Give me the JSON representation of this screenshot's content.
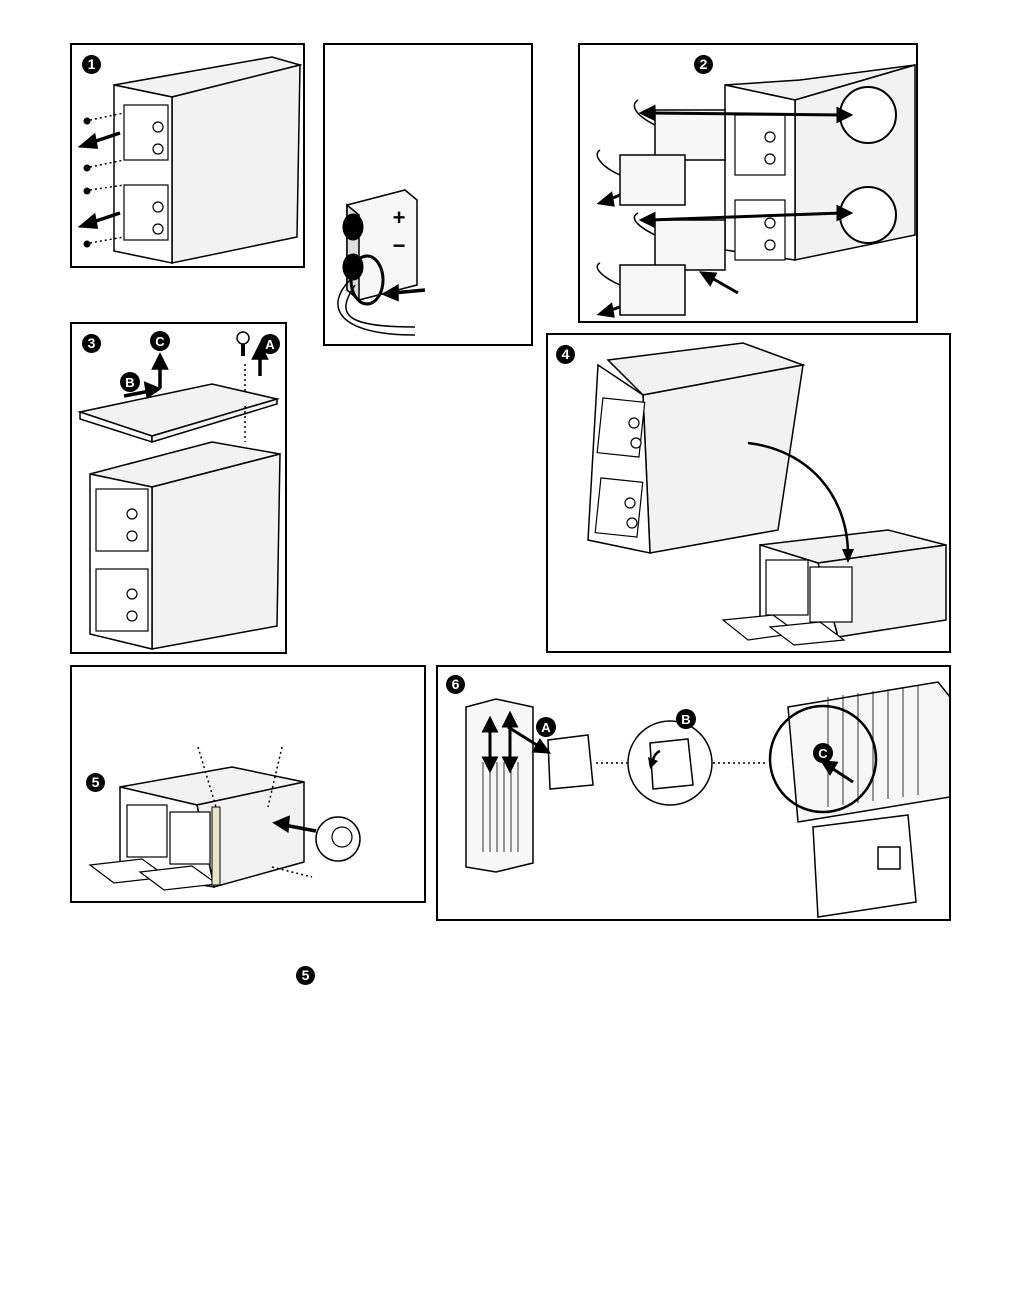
{
  "steps": {
    "step1": {
      "number": "1"
    },
    "step2": {
      "number": "2"
    },
    "step3": {
      "number": "3",
      "labels": {
        "a": "A",
        "b": "B",
        "c": "C"
      }
    },
    "step4": {
      "number": "4"
    },
    "step5": {
      "number": "5"
    },
    "step6": {
      "number": "6",
      "labels": {
        "a": "A",
        "b": "B",
        "c": "C"
      }
    }
  },
  "connector": {
    "plus": "+",
    "minus": "−"
  },
  "footer": {
    "step_ref": "5"
  },
  "colors": {
    "ink": "#000000",
    "unit_fill": "#f2f2f2",
    "battery_fill": "#f7f7f7",
    "highlight": "#e8e5c8"
  }
}
